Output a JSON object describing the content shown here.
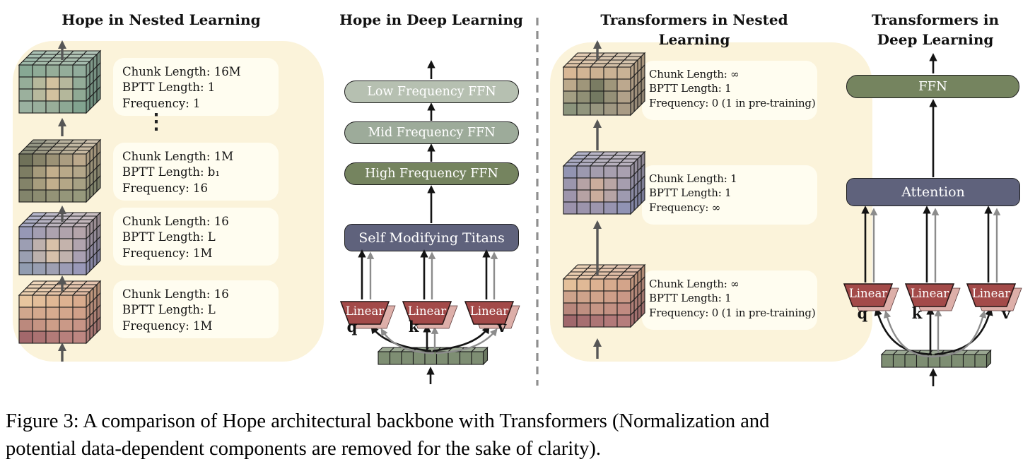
{
  "figure": {
    "panels": {
      "hope_nested": {
        "title": "Hope in Nested Learning",
        "ellipsis": "⋮",
        "cards": [
          {
            "lines": [
              "Chunk Length: 16M",
              "BPTT Length: 1",
              "Frequency: 1"
            ]
          },
          {
            "lines": [
              "Chunk Length: 1M",
              "BPTT Length: b₁",
              "Frequency: 16"
            ]
          },
          {
            "lines": [
              "Chunk Length: 16",
              "BPTT Length: L",
              "Frequency: 1M"
            ]
          },
          {
            "lines": [
              "Chunk Length: 16",
              "BPTT Length: L",
              "Frequency: 1M"
            ]
          }
        ]
      },
      "hope_deep": {
        "title": "Hope in Deep Learning",
        "blocks": {
          "low": "Low Frequency FFN",
          "mid": "Mid Frequency FFN",
          "high": "High Frequency FFN",
          "titans": "Self Modifying Titans"
        },
        "linear_label": "Linear",
        "qkv": [
          "q",
          "k",
          "v"
        ]
      },
      "tf_nested": {
        "title": "Transformers in Nested Learning",
        "cards": [
          {
            "lines": [
              "Chunk Length: ∞",
              "BPTT Length: 1",
              "Frequency: 0 (1 in pre-training)"
            ]
          },
          {
            "lines": [
              "Chunk Length: 1",
              "BPTT Length: 1",
              "Frequency: ∞"
            ]
          },
          {
            "lines": [
              "Chunk Length: ∞",
              "BPTT Length: 1",
              "Frequency: 0 (1 in pre-training)"
            ]
          }
        ]
      },
      "tf_deep": {
        "title": "Transformers in Deep Learning",
        "blocks": {
          "ffn": "FFN",
          "attention": "Attention"
        },
        "linear_label": "Linear",
        "qkv": [
          "q",
          "k",
          "v"
        ]
      }
    },
    "caption_lines": [
      "Figure 3: A comparison of Hope architectural backbone with Transformers (Normalization and",
      "potential data-dependent components are removed for the sake of clarity)."
    ]
  },
  "colors": {
    "panel_cream": "#fbf3da",
    "card_cream": "#fffdf0",
    "pill_low": "#b6c0b1",
    "pill_mid": "#9dab9a",
    "pill_high": "#75845f",
    "slate_box": "#5f627c",
    "linear_red": "#a34a49",
    "linear_shadow": "#ddafa9",
    "token_green": "#7e8e73",
    "arrow_black": "#141414",
    "arrow_gray": "#8c8c8c",
    "cube_arrow_gray": "#565656",
    "divider_gray": "#8f8f8f"
  }
}
